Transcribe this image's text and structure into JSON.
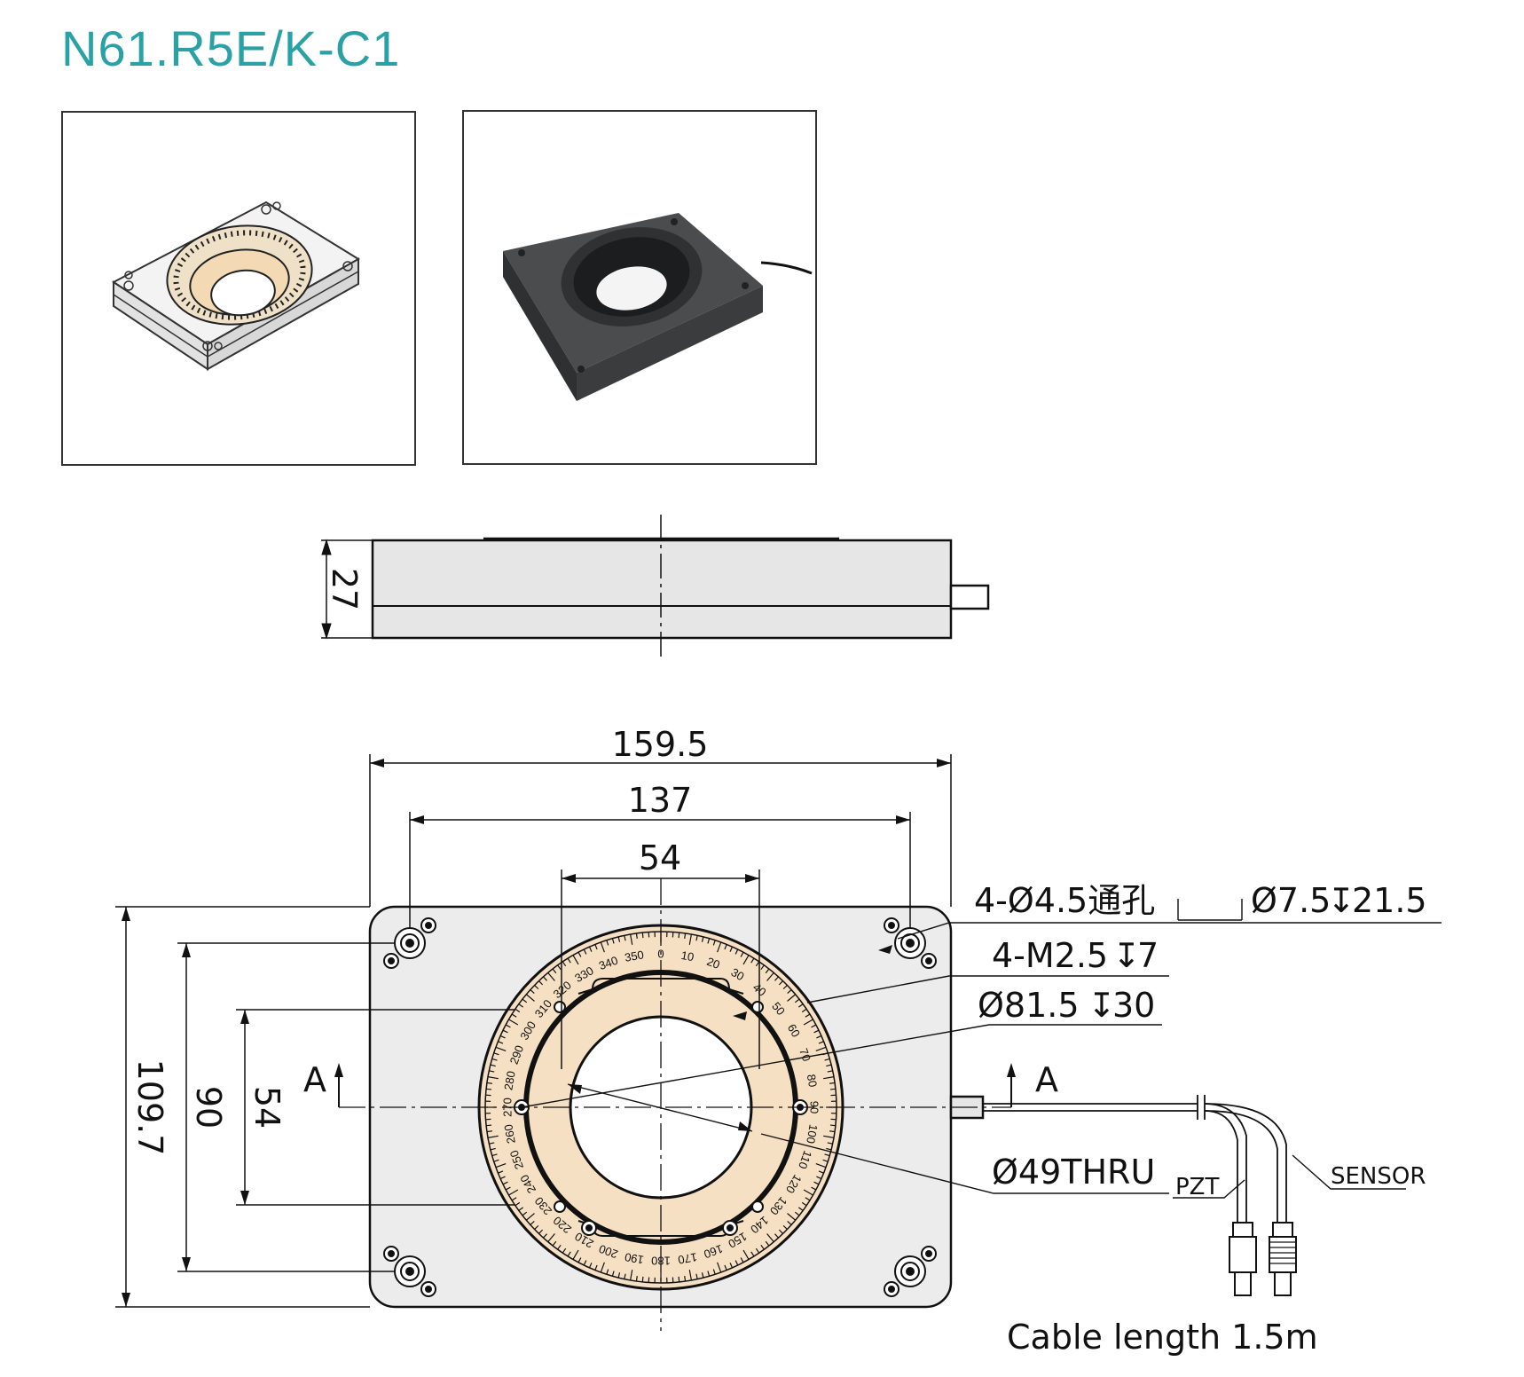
{
  "title": "N61.R5E/K-C1",
  "views": {
    "render_3d": {
      "name": "cad-rendering"
    },
    "photo": {
      "name": "product-photo"
    }
  },
  "side_view": {
    "height_label": "27"
  },
  "top_view": {
    "dim_width_overall": "159.5",
    "dim_hole_spacing_x": "137",
    "dim_ring_spacing_x": "54",
    "dim_height_overall": "109.7",
    "dim_hole_spacing_y": "90",
    "dim_ring_spacing_y": "54",
    "section_left": "A",
    "section_right": "A",
    "scale_labels": [
      "0",
      "10",
      "20",
      "30",
      "40",
      "50",
      "60",
      "70",
      "80",
      "90",
      "100",
      "110",
      "120",
      "130",
      "140",
      "150",
      "160",
      "170",
      "180",
      "190",
      "200",
      "210",
      "220",
      "230",
      "240",
      "250",
      "260",
      "270",
      "280",
      "290",
      "300",
      "310",
      "320",
      "330",
      "340",
      "350"
    ]
  },
  "callouts": {
    "through_hole": "4-Ø4.5通孔",
    "counterbore": "Ø7.5",
    "counterbore_depth": "21.5",
    "thread": "4-M2.5",
    "thread_depth": "7",
    "ring_bore": "Ø81.5",
    "ring_bore_depth": "30",
    "center_hole": "Ø49THRU",
    "pzt": "PZT",
    "sensor": "SENSOR"
  },
  "cable_note": "Cable length 1.5m",
  "colors": {
    "title": "#2aa1a6",
    "plate": "#ececec",
    "ring": "#f6e0c3",
    "line": "#111111"
  }
}
